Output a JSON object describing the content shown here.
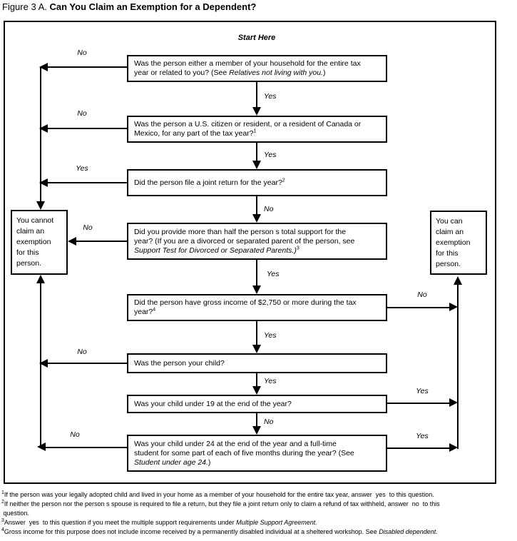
{
  "title": {
    "segments": [
      {
        "t": "Figure 3 A. "
      },
      {
        "t": "Can You Claim an Exemption for a Dependent?",
        "b": true
      }
    ]
  },
  "start_here": "Start Here",
  "labels": {
    "yes": "Yes",
    "no": "No"
  },
  "boxes": {
    "q1": {
      "segments": [
        {
          "t": "Was the person either a member of your household for the entire tax"
        },
        {
          "br": true
        },
        {
          "t": "year or related to you? (See "
        },
        {
          "t": "Relatives not living with you.",
          "i": true
        },
        {
          "t": ")"
        }
      ]
    },
    "q2": {
      "segments": [
        {
          "t": "Was the person a U.S. citizen or resident, or a resident of Canada or"
        },
        {
          "br": true
        },
        {
          "t": "Mexico, for any part of the tax year?"
        },
        {
          "t": "1",
          "sup": true
        }
      ]
    },
    "q3": {
      "segments": [
        {
          "t": "Did the person file a joint return for the year?"
        },
        {
          "t": "2",
          "sup": true
        }
      ]
    },
    "q4": {
      "segments": [
        {
          "t": "Did you provide more than half the person s total support for the"
        },
        {
          "br": true
        },
        {
          "t": "year? (If you are a divorced or separated parent of the person, see"
        },
        {
          "br": true
        },
        {
          "t": "Support Test for Divorced or Separated Parents.)",
          "i": true
        },
        {
          "t": "3",
          "sup": true
        }
      ]
    },
    "q5": {
      "segments": [
        {
          "t": "Did the person have gross income of $2,750 or more during the tax"
        },
        {
          "br": true
        },
        {
          "t": "year?"
        },
        {
          "t": "4",
          "sup": true
        }
      ]
    },
    "q6": {
      "segments": [
        {
          "t": "Was the person your child?"
        }
      ]
    },
    "q7": {
      "segments": [
        {
          "t": "Was your child under 19 at the end of the year?"
        }
      ]
    },
    "q8": {
      "segments": [
        {
          "t": "Was your child under 24 at the end of the year and a full-time"
        },
        {
          "br": true
        },
        {
          "t": "student for some part of each of five months during the year? (See"
        },
        {
          "br": true
        },
        {
          "t": "Student under age 24.",
          "i": true
        },
        {
          "t": ")"
        }
      ]
    },
    "cannot": {
      "segments": [
        {
          "t": "You cannot"
        },
        {
          "br": true
        },
        {
          "t": "claim an"
        },
        {
          "br": true
        },
        {
          "t": "exemption"
        },
        {
          "br": true
        },
        {
          "t": "for this"
        },
        {
          "br": true
        },
        {
          "t": "person."
        }
      ]
    },
    "can": {
      "segments": [
        {
          "t": "You can"
        },
        {
          "br": true
        },
        {
          "t": "claim an"
        },
        {
          "br": true
        },
        {
          "t": "exemption"
        },
        {
          "br": true
        },
        {
          "t": "for this"
        },
        {
          "br": true
        },
        {
          "t": "person."
        }
      ]
    }
  },
  "footnotes": [
    {
      "segments": [
        {
          "t": "1",
          "sup": true
        },
        {
          "t": "If the person was your legally adopted child and lived in your home as a member of your household for the entire tax year, answer  yes  to this question."
        }
      ]
    },
    {
      "segments": [
        {
          "t": "2",
          "sup": true
        },
        {
          "t": "If neither the person nor the person s spouse is required to file a return, but they file a joint return only to claim a refund of tax withheld, answer  no  to this"
        },
        {
          "br": true
        },
        {
          "t": " question."
        }
      ]
    },
    {
      "segments": [
        {
          "t": "3",
          "sup": true
        },
        {
          "t": "Answer  yes  to this question if you meet the multiple support requirements under "
        },
        {
          "t": "Multiple Support Agreement.",
          "i": true
        }
      ]
    },
    {
      "segments": [
        {
          "t": "4",
          "sup": true
        },
        {
          "t": "Gross income for this purpose does not include income received by a permanently disabled individual at a sheltered workshop. See "
        },
        {
          "t": "Disabled dependent.",
          "i": true
        }
      ]
    }
  ]
}
